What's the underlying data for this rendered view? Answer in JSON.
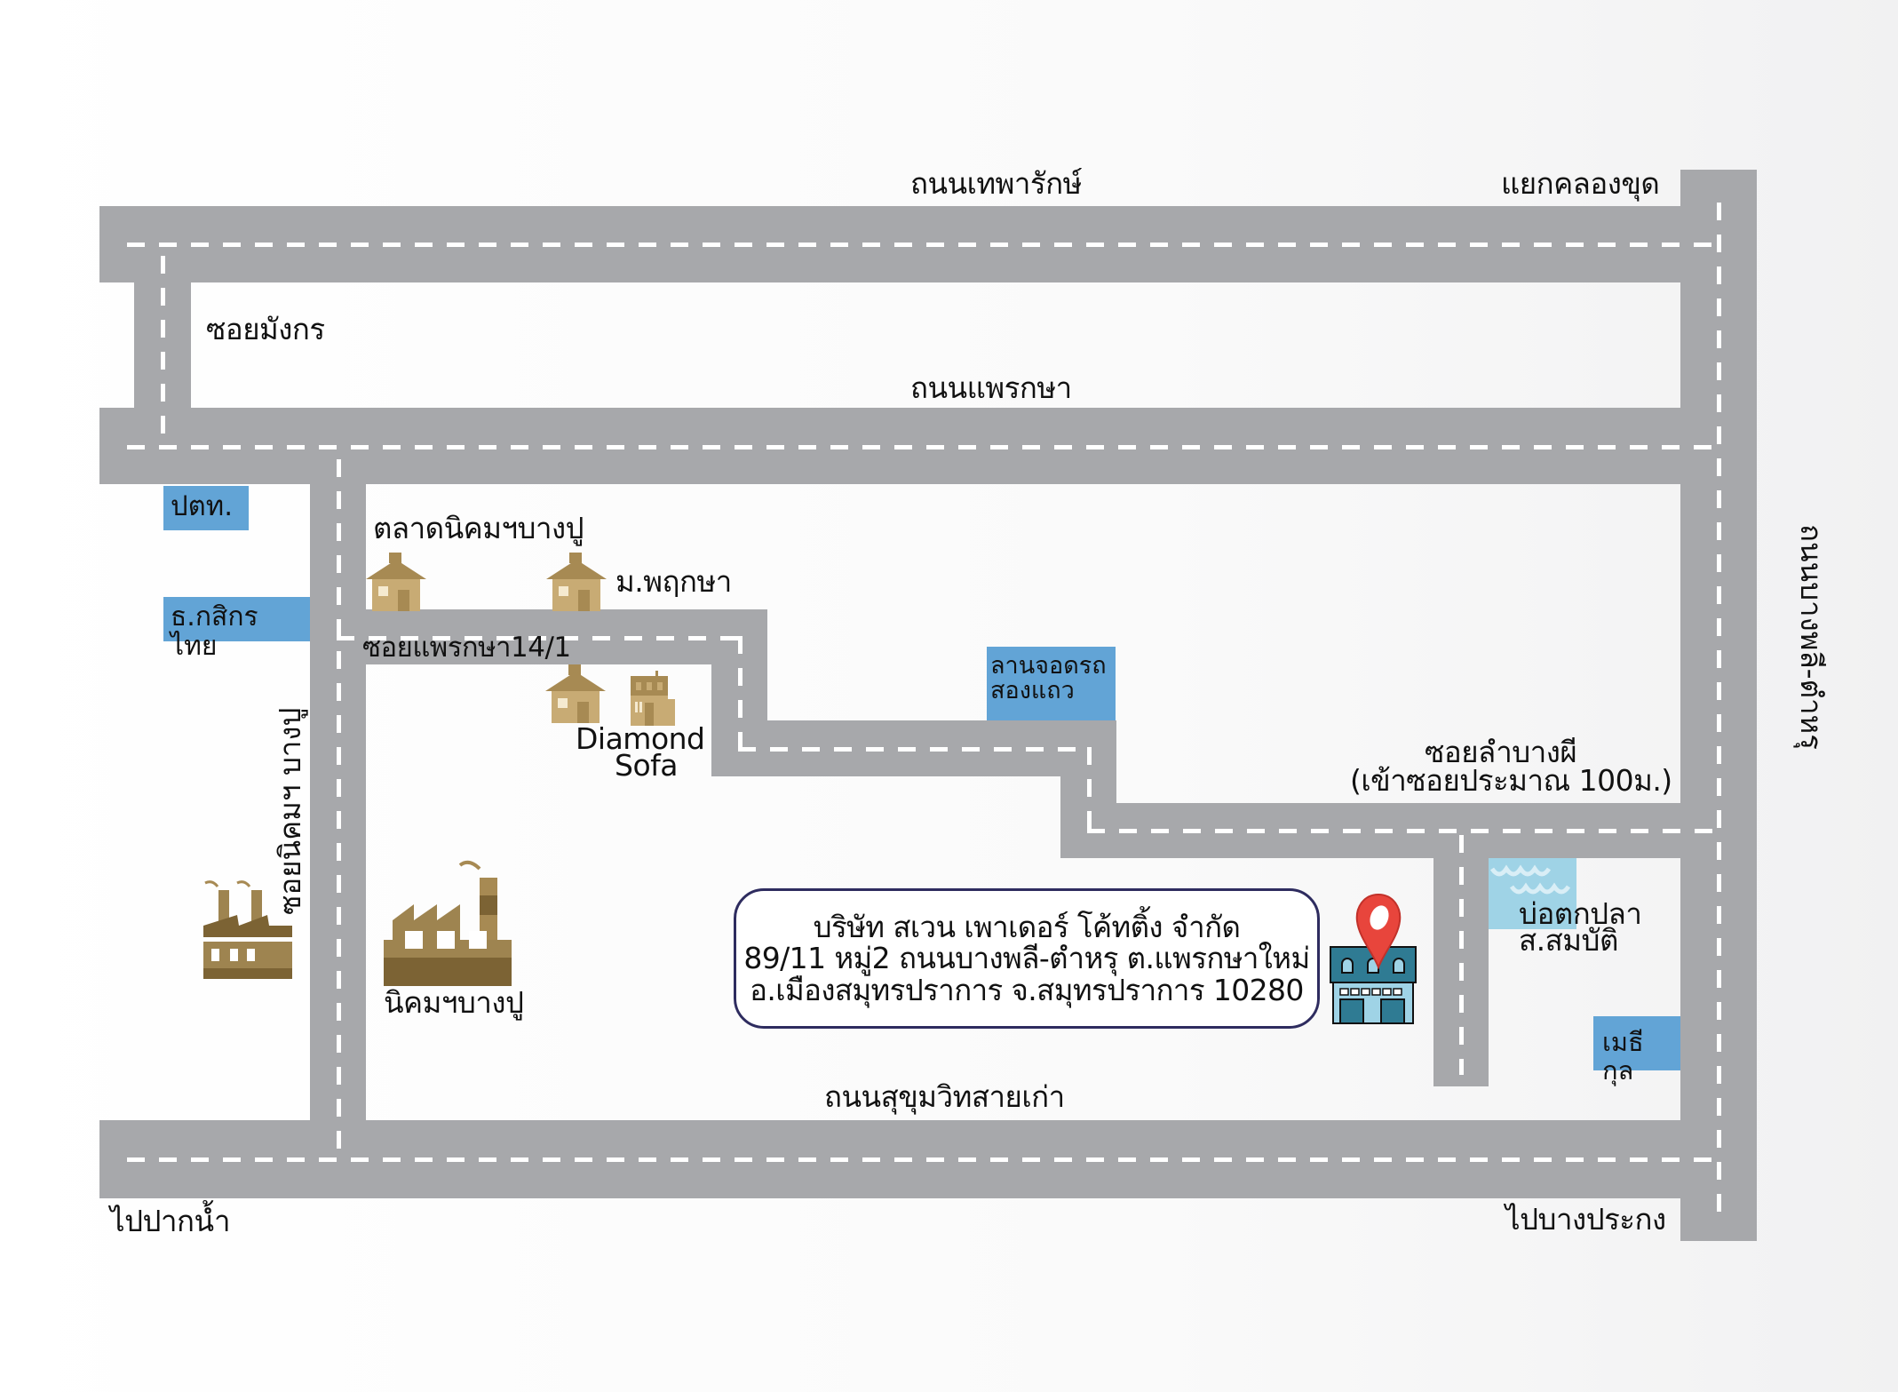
{
  "map": {
    "roads": {
      "thepharak": "ถนนเทพารักษ์",
      "khlong_khut_junction": "แยกคลองขุด",
      "soi_mangkon": "ซอยมังกร",
      "phraeksa": "ถนนแพรกษา",
      "bangphli_tamru": "ถนนบางพลี-ตำหรุ",
      "soi_nikhom_bangpu": "ซอยนิคมฯ บางปู",
      "soi_phraeksa_14_1": "ซอยแพรกษา14/1",
      "soi_lam_bang_phi": "ซอยลำบางผี",
      "soi_lam_bang_phi_note": "(เข้าซอยประมาณ 100ม.)",
      "sukhumvit_old": "ถนนสุขุมวิทสายเก่า",
      "to_paknam": "ไปปากน้ำ",
      "to_bangprakong": "ไปบางประกง"
    },
    "landmarks": {
      "ptt": "ปตท.",
      "kasikorn": "ธ.กสิกรไทย",
      "market": "ตลาดนิคมฯบางปู",
      "village": "ม.พฤกษา",
      "diamond_sofa_1": "Diamond",
      "diamond_sofa_2": "Sofa",
      "parking_1": "ลานจอดรถ",
      "parking_2": "สองแถว",
      "industrial_estate": "นิคมฯบางปู",
      "fish_pond_1": "บ่อตกปลา",
      "fish_pond_2": "ส.สมบัติ",
      "metrikul": "เมธีกุล"
    },
    "company": {
      "name": "บริษัท สเวน เพาเดอร์ โค้ทติ้ง จำกัด",
      "address_line1": "89/11 หมู่2 ถนนบางพลี-ตำหรุ ต.แพรกษาใหม่",
      "address_line2": "อ.เมืองสมุทรปราการ จ.สมุทรปราการ 10280"
    },
    "colors": {
      "road": "#a7a8ab",
      "poi_blue": "#62a4d6",
      "pond": "#9fd3e6",
      "house": "#c8ab74",
      "factory": "#9e8450",
      "pin": "#e8453c",
      "shop": "#2f7b93"
    }
  }
}
